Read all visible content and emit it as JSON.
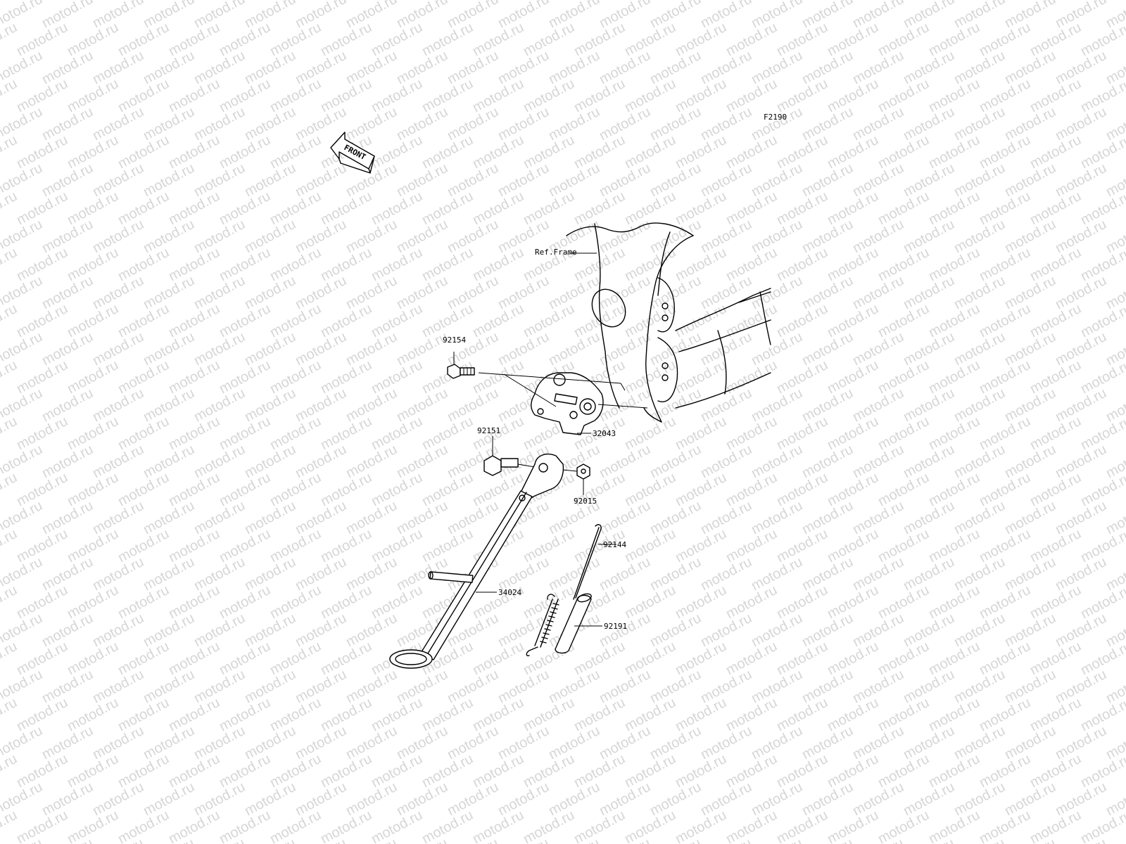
{
  "diagram": {
    "code": "F2190",
    "watermark": "motod.ru",
    "front_arrow_label": "FRONT",
    "ref_frame_label": "Ref.Frame",
    "parts": [
      {
        "id": "p92154",
        "number": "92154"
      },
      {
        "id": "p32043",
        "number": "32043"
      },
      {
        "id": "p92151",
        "number": "92151"
      },
      {
        "id": "p92015",
        "number": "92015"
      },
      {
        "id": "p92144",
        "number": "92144"
      },
      {
        "id": "p34024",
        "number": "34024"
      },
      {
        "id": "p92191",
        "number": "92191"
      }
    ]
  }
}
